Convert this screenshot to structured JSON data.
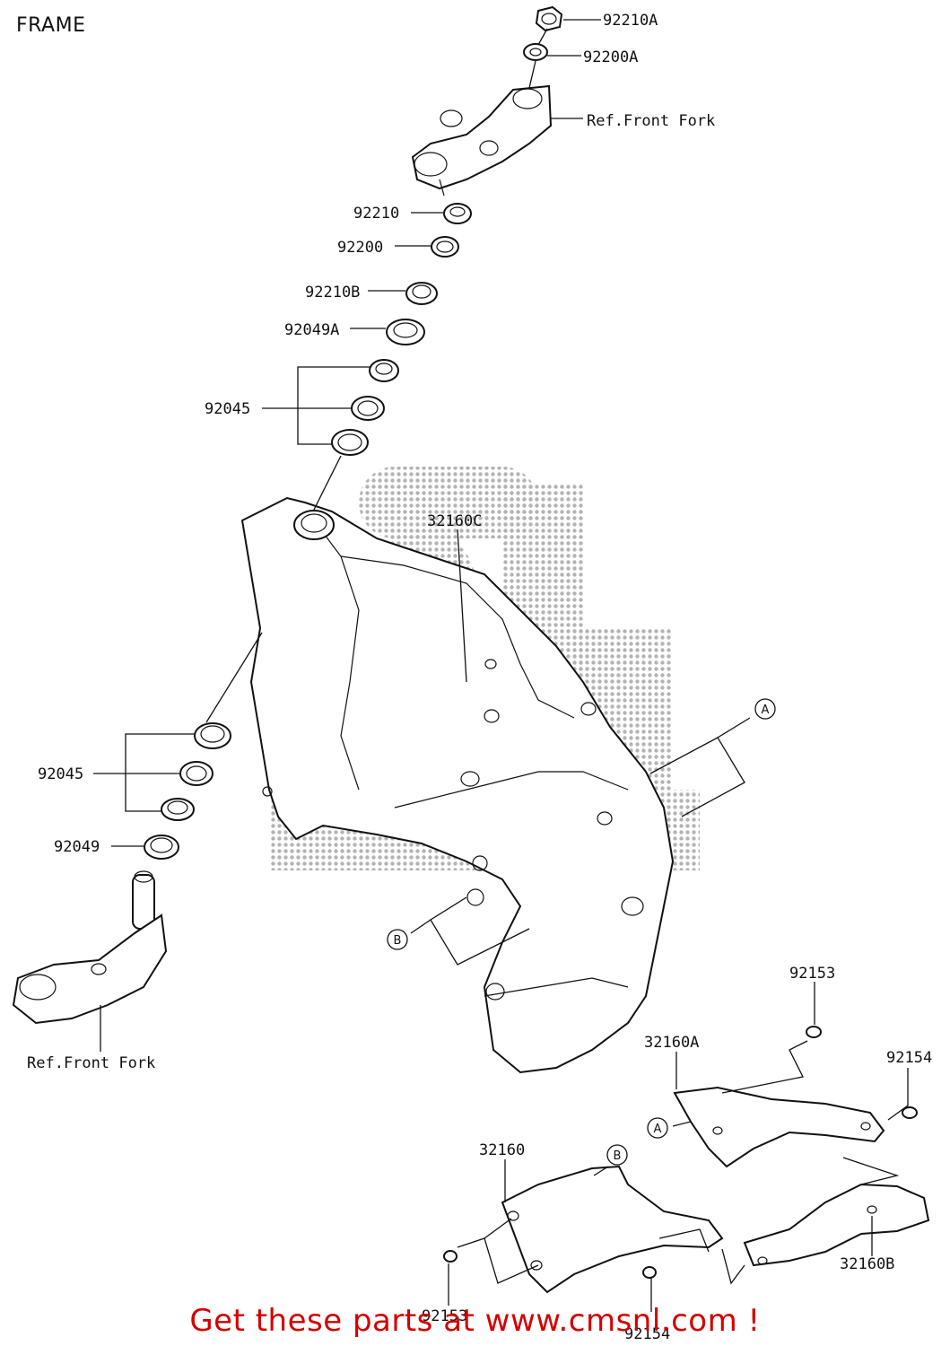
{
  "title": "FRAME",
  "footer": "Get these parts at www.cmsnl.com !",
  "labels": {
    "p92210A": "92210A",
    "p92200A": "92200A",
    "refFrontForkTop": "Ref.Front Fork",
    "p92210": "92210",
    "p92200": "92200",
    "p92210B": "92210B",
    "p92049A": "92049A",
    "p92045Top": "92045",
    "p32160C": "32160C",
    "p92045Bottom": "92045",
    "p92049": "92049",
    "refFrontForkBottom": "Ref.Front Fork",
    "calloutA": "A",
    "calloutB": "B",
    "p92153Right": "92153",
    "p32160A": "32160A",
    "p92154Right": "92154",
    "calloutA2": "A",
    "calloutB2": "B",
    "p32160": "32160",
    "p32160B": "32160B",
    "p92153Bottom": "92153",
    "p92154Bottom": "92154"
  },
  "colors": {
    "footer": "#d40000",
    "line": "#111111",
    "background": "#ffffff"
  }
}
